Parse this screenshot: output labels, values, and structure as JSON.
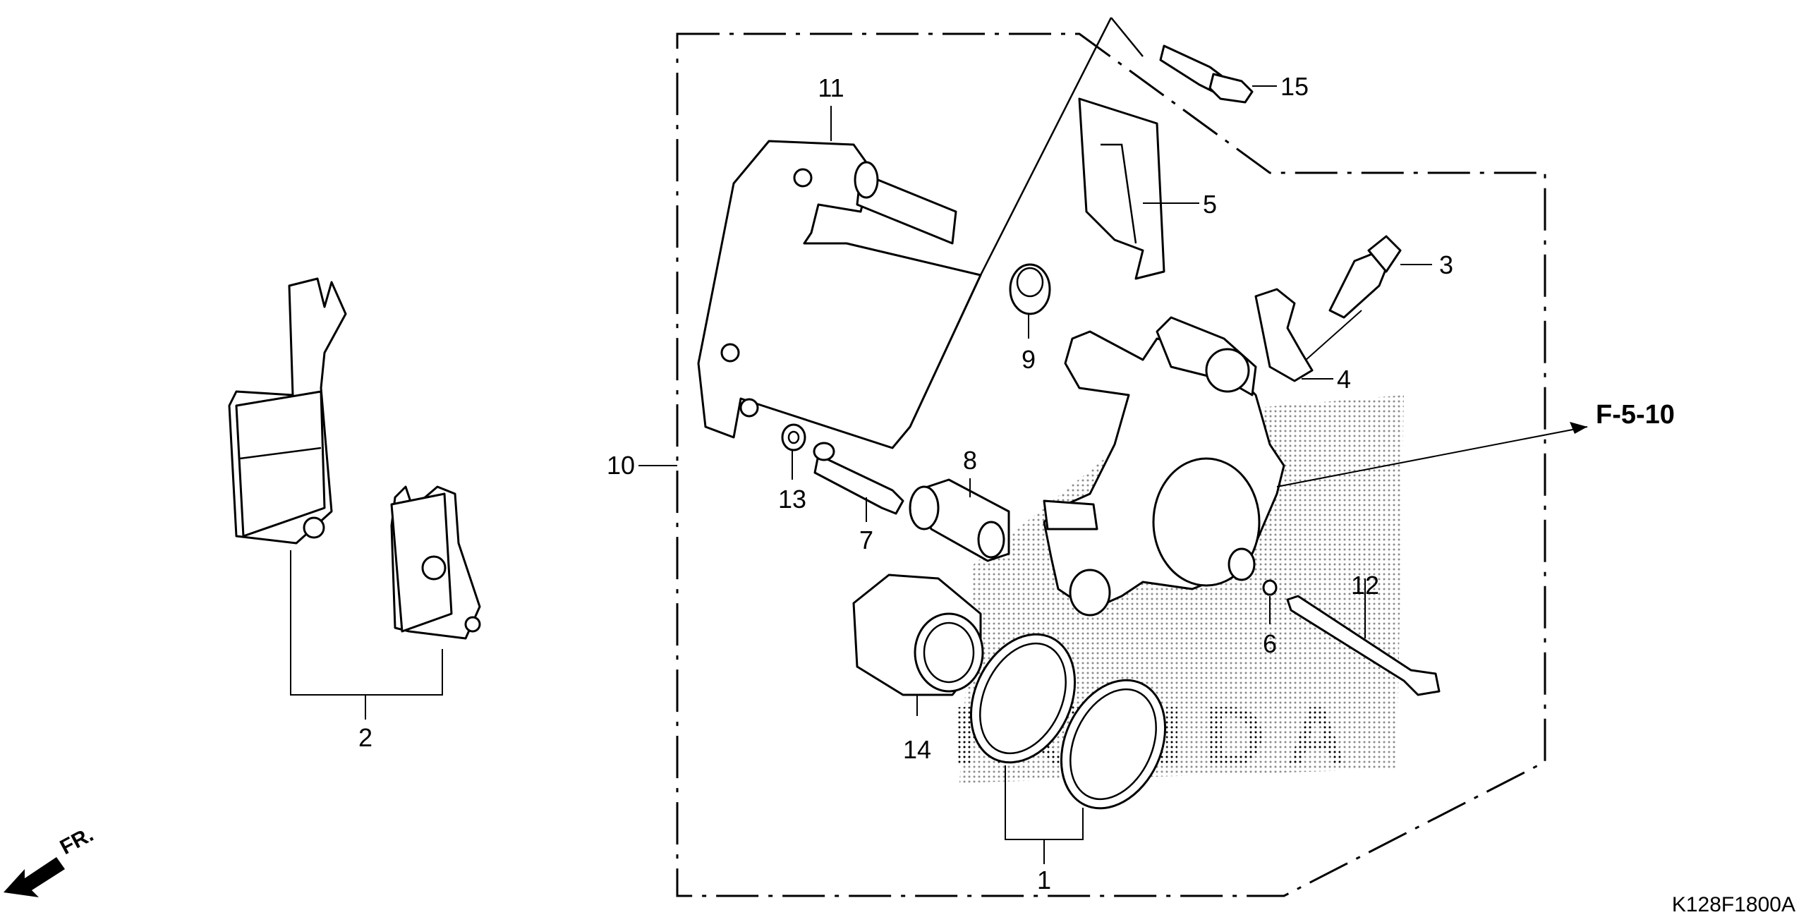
{
  "diagram_code": "K128F1800A",
  "front_marker": "FR.",
  "reference": "F-5-10",
  "watermark": "HONDA",
  "callouts": [
    "1",
    "2",
    "3",
    "4",
    "5",
    "6",
    "7",
    "8",
    "9",
    "10",
    "11",
    "12",
    "13",
    "14",
    "15"
  ]
}
